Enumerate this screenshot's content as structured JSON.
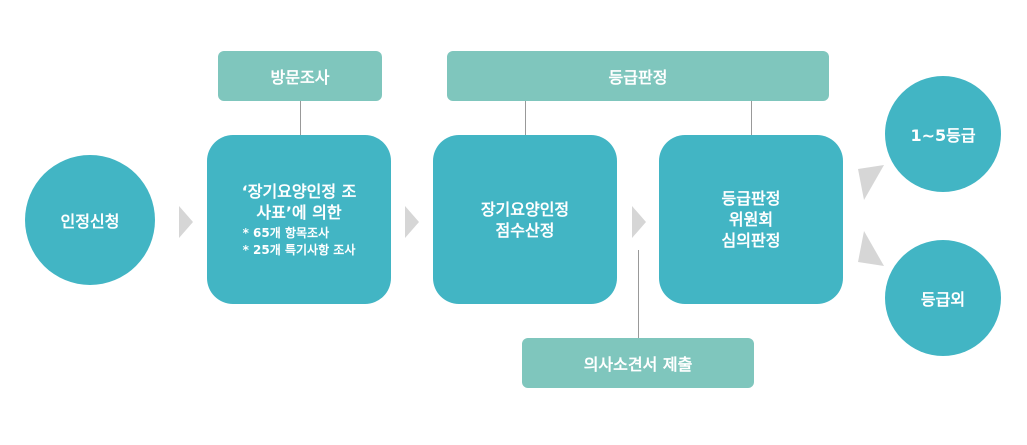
{
  "labels": {
    "visit_survey": "방문조사",
    "grade_decision": "등급판정",
    "doctor_opinion": "의사소견서 제출"
  },
  "nodes": {
    "application": "인정신청",
    "survey_line1": "‘장기요양인정 조",
    "survey_line2": "사표’에 의한",
    "survey_bullets": [
      "*  65개 항목조사",
      "*  25개 특기사항 조사"
    ],
    "score_line1": "장기요양인정",
    "score_line2": "점수산정",
    "committee_line1": "등급판정",
    "committee_line2": "위원회",
    "committee_line3": "심의판정",
    "grade_in": "1~5등급",
    "grade_out": "등급외"
  },
  "colors": {
    "teal": "#42b5c4",
    "light_teal": "#7fc6bd",
    "arrow_gray": "#d6d6d6",
    "connector_gray": "#999999"
  }
}
